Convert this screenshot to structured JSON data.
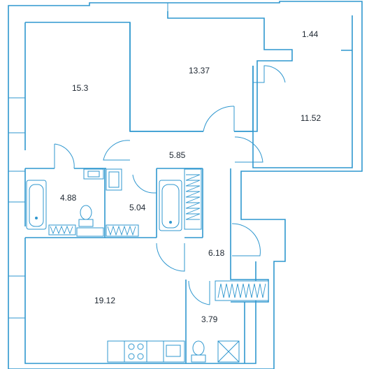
{
  "plan": {
    "accent": "#2f97cf",
    "label_color": "#1d2630",
    "rooms": [
      {
        "id": "balcony",
        "area": "1.44"
      },
      {
        "id": "bedroom-left",
        "area": "15.3"
      },
      {
        "id": "bedroom-center",
        "area": "13.37"
      },
      {
        "id": "bedroom-right",
        "area": "11.52"
      },
      {
        "id": "hall",
        "area": "5.85"
      },
      {
        "id": "bathroom-left",
        "area": "4.88"
      },
      {
        "id": "bathroom-center",
        "area": "5.04"
      },
      {
        "id": "corridor",
        "area": "6.18"
      },
      {
        "id": "living-kitchen",
        "area": "19.12"
      },
      {
        "id": "wc",
        "area": "3.79"
      }
    ]
  }
}
